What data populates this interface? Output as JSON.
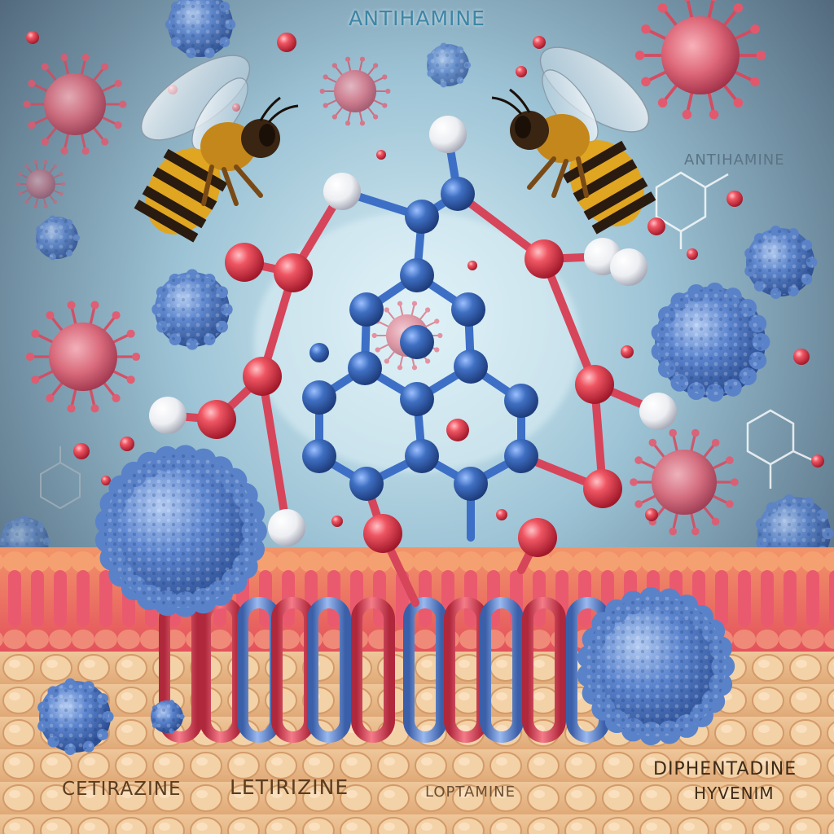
{
  "labels": {
    "top": "ANTIHAMINE",
    "right": "ANTIHAMINE",
    "cetirazine": "CETIRAZINE",
    "letirizine": "LETIRIZINE",
    "loptamine": "LOPTAMINE",
    "diphentadine": "DIPHENTADINE",
    "hyvenim": "HYVENIM"
  },
  "colors": {
    "background": "#8fb6c9",
    "sphere_red": "#e8505e",
    "sphere_blue": "#3f6fc2",
    "sphere_white": "#f2f2f4",
    "allergen_blue": "#5d86cf",
    "virus_pink": "#e36576",
    "membrane_pink": "#ef6a7a",
    "tissue": "#eec79a"
  }
}
